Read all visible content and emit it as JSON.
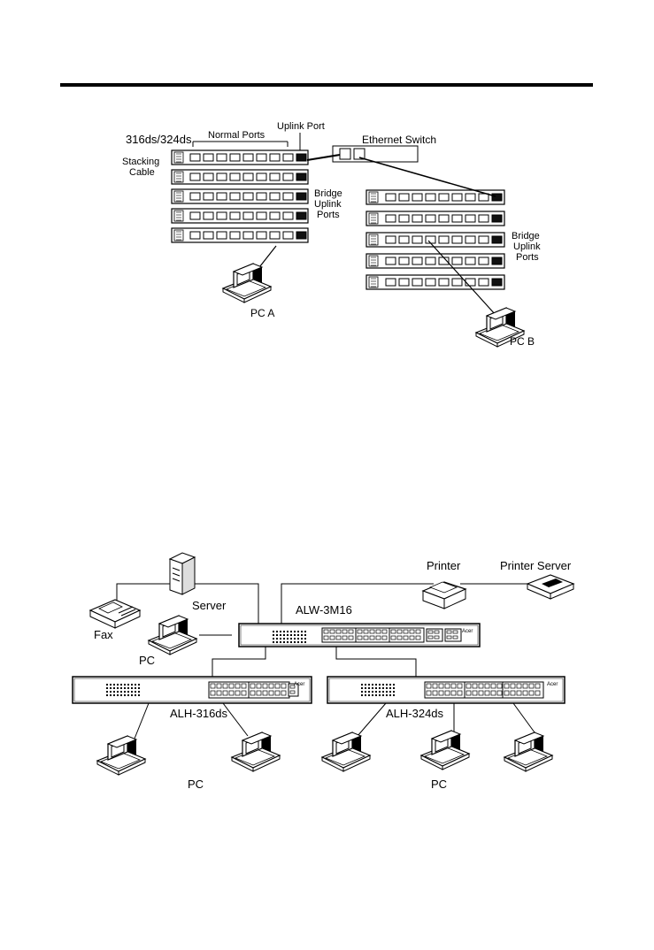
{
  "diagram1": {
    "stack_label": "316ds/324ds",
    "normal_ports": "Normal Ports",
    "uplink_port": "Uplink Port",
    "ethernet_switch": "Ethernet Switch",
    "stacking": "Stacking",
    "cable": "Cable",
    "bridge_a": [
      "Bridge",
      "Uplink",
      "Ports"
    ],
    "bridge_b": [
      "Bridge",
      "Uplink",
      "Ports"
    ],
    "pc_a": "PC A",
    "pc_b": "PC B"
  },
  "diagram2": {
    "printer": "Printer",
    "printer_server": "Printer Server",
    "server": "Server",
    "alw": "ALW-3M16",
    "fax": "Fax",
    "pc_top": "PC",
    "alh316": "ALH-316ds",
    "alh324": "ALH-324ds",
    "pc_left": "PC",
    "pc_right": "PC",
    "brand": "Acer"
  }
}
